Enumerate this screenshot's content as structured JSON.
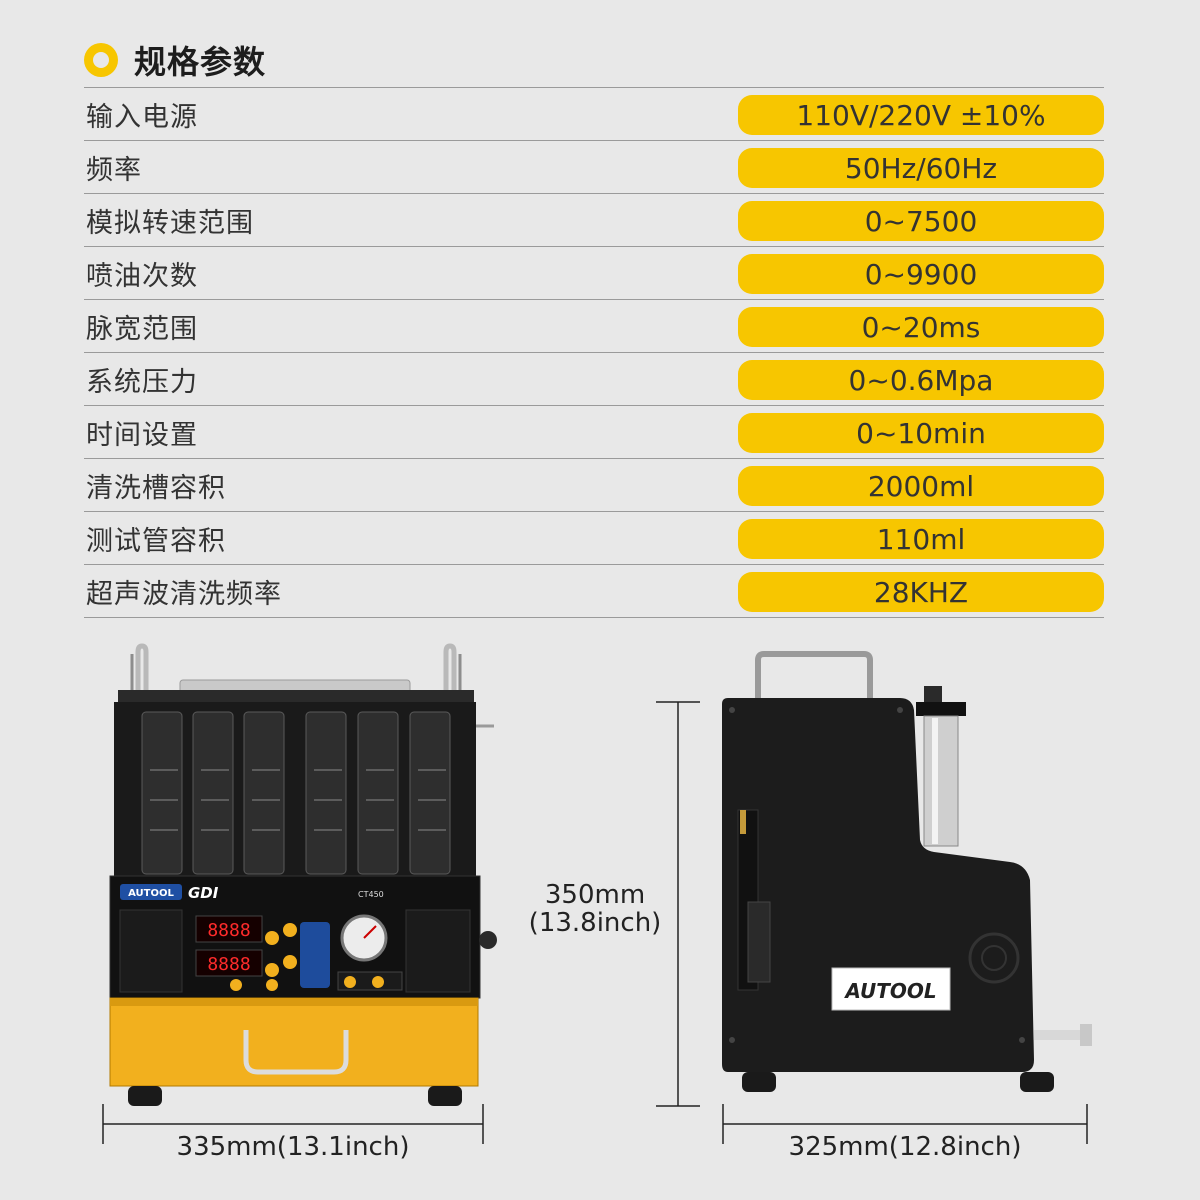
{
  "header": {
    "icon": "ring-icon",
    "title": "规格参数"
  },
  "specs": [
    {
      "label": "输入电源",
      "value": "110V/220V ±10%"
    },
    {
      "label": "频率",
      "value": "50Hz/60Hz"
    },
    {
      "label": "模拟转速范围",
      "value": "0~7500"
    },
    {
      "label": "喷油次数",
      "value": "0~9900"
    },
    {
      "label": "脉宽范围",
      "value": "0~20ms"
    },
    {
      "label": "系统压力",
      "value": "0~0.6Mpa"
    },
    {
      "label": "时间设置",
      "value": "0~10min"
    },
    {
      "label": "清洗槽容积",
      "value": "2000ml"
    },
    {
      "label": "测试管容积",
      "value": "110ml"
    },
    {
      "label": "超声波清洗频率",
      "value": "28KHZ"
    }
  ],
  "front_view": {
    "brand": "AUTOOL",
    "panel_title": "GDI",
    "model": "CT450",
    "display_1": "8888",
    "display_2": "8888",
    "width_label": "335mm(13.1inch)"
  },
  "side_view": {
    "brand": "AUTOOL",
    "height_label_1": "350mm",
    "height_label_2": "(13.8inch)",
    "depth_label": "325mm(12.8inch)"
  },
  "colors": {
    "accent": "#f7c600",
    "background": "#e8e8e8",
    "machine_body": "#1c1c1c",
    "drawer": "#f2b01e"
  }
}
